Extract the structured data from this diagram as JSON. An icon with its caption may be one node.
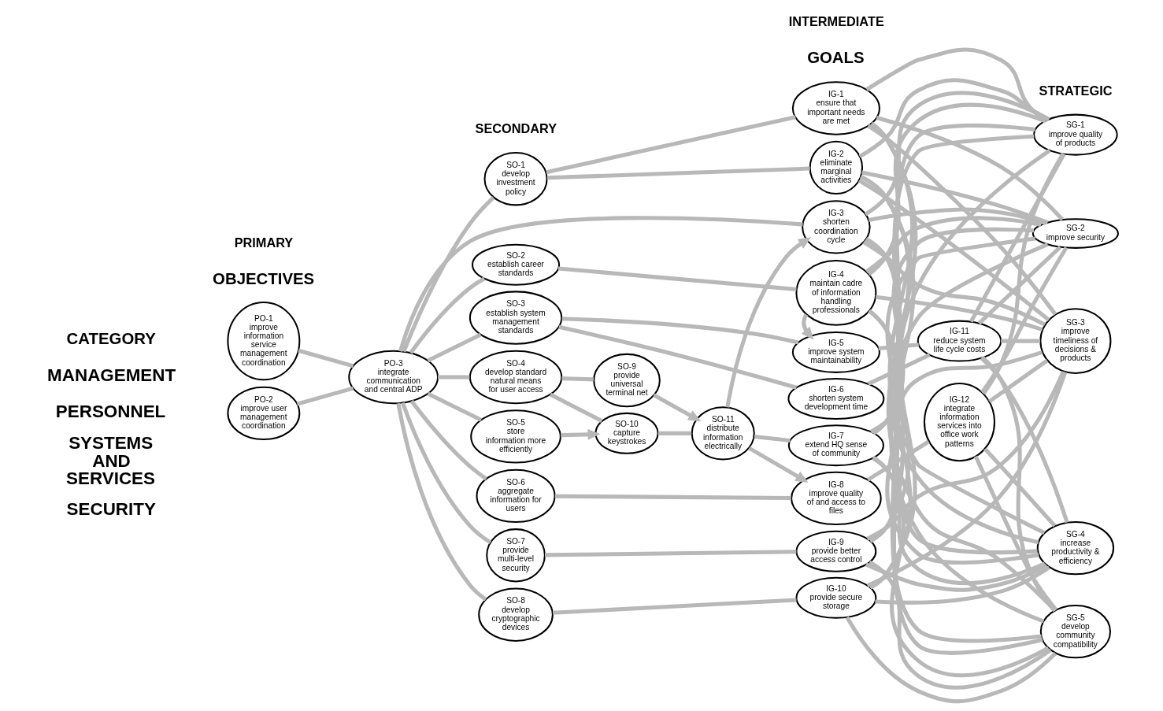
{
  "diagram": {
    "nodes": [
      {
        "text": [
          "PO-1",
          "improve information service management coordination"
        ]
      },
      {
        "text": [
          "PO-2",
          "improve user management coordination"
        ]
      },
      {
        "text": [
          "PO-3",
          "integrate communication and central ADP"
        ]
      },
      {
        "text": [
          "SO-1",
          "develop investment policy"
        ]
      },
      {
        "text": [
          "SO-2",
          "establish career standards"
        ]
      },
      {
        "text": [
          "SO-3",
          "establish system management standards"
        ]
      },
      {
        "text": [
          "SO-4",
          "develop standard natural means for user access"
        ]
      },
      {
        "text": [
          "SO-5",
          "store information more efficiently"
        ]
      },
      {
        "text": [
          "SO-6",
          "aggregate information for users"
        ]
      },
      {
        "text": [
          "SO-7",
          "provide multi-level security"
        ]
      },
      {
        "text": [
          "SO-8",
          "develop cryptographic devices"
        ]
      },
      {
        "text": [
          "SO-9",
          "provide universal terminal net"
        ]
      },
      {
        "text": [
          "SO-10",
          "capture keystrokes"
        ]
      },
      {
        "text": [
          "SO-11",
          "distribute information electrically"
        ]
      },
      {
        "text": [
          "IG-1",
          "ensure that important needs are met"
        ]
      },
      {
        "text": [
          "IG-2",
          "eliminate marginal activities"
        ]
      },
      {
        "text": [
          "IG-3",
          "shorten coordination cycle"
        ]
      },
      {
        "text": [
          "IG-4",
          "maintain cadre of information handling professionals"
        ]
      },
      {
        "text": [
          "IG-5",
          "improve system maintainability"
        ]
      },
      {
        "text": [
          "IG-6",
          "shorten system development time"
        ]
      },
      {
        "text": [
          "IG-7",
          "extend HQ sense of community"
        ]
      },
      {
        "text": [
          "IG-8",
          "improve quality of and access to files"
        ]
      },
      {
        "text": [
          "IG-9",
          "provide better access control"
        ]
      },
      {
        "text": [
          "IG-10",
          "provide secure storage"
        ]
      },
      {
        "text": [
          "IG-11",
          "reduce system life cycle costs"
        ]
      },
      {
        "text": [
          "IG-12",
          "integrate information services into office work patterns"
        ]
      },
      {
        "text": [
          "SG-1",
          "improve quality of products"
        ]
      },
      {
        "text": [
          "SG-2",
          "improve security"
        ]
      },
      {
        "text": [
          "SG-3",
          "improve timeliness of decisions & products"
        ]
      },
      {
        "text": [
          "SG-4",
          "increase productivity & efficiency"
        ]
      },
      {
        "text": [
          "SG-5",
          "develop community compatibility"
        ]
      }
    ],
    "edges": [
      {
        "from": 0,
        "to": 2,
        "arrow": "none"
      },
      {
        "from": 1,
        "to": 2,
        "arrow": "none"
      },
      {
        "from": 2,
        "to": 3,
        "arrow": "none"
      },
      {
        "from": 2,
        "to": 4,
        "arrow": "none"
      },
      {
        "from": 2,
        "to": 5,
        "arrow": "none"
      },
      {
        "from": 2,
        "to": 6,
        "arrow": "none"
      },
      {
        "from": 2,
        "to": 7,
        "arrow": "none"
      },
      {
        "from": 2,
        "to": 8,
        "arrow": "none"
      },
      {
        "from": 2,
        "to": 9,
        "arrow": "none"
      },
      {
        "from": 2,
        "to": 10,
        "arrow": "none"
      },
      {
        "from": 2,
        "to": 16,
        "arrow": "none"
      },
      {
        "from": 3,
        "to": 14,
        "arrow": "none"
      },
      {
        "from": 3,
        "to": 15,
        "arrow": "none"
      },
      {
        "from": 13,
        "to": 16,
        "arrow": "to"
      },
      {
        "from": 13,
        "to": 21,
        "arrow": "to"
      },
      {
        "from": 4,
        "to": 17,
        "arrow": "none"
      },
      {
        "from": 17,
        "to": 18,
        "arrow": "to"
      },
      {
        "from": 5,
        "to": 18,
        "arrow": "none"
      },
      {
        "from": 5,
        "to": 19,
        "arrow": "none"
      },
      {
        "from": 18,
        "to": 24,
        "arrow": "none"
      },
      {
        "from": 19,
        "to": 24,
        "arrow": "none"
      },
      {
        "from": 6,
        "to": 11,
        "arrow": "none"
      },
      {
        "from": 6,
        "to": 12,
        "arrow": "none"
      },
      {
        "from": 11,
        "to": 13,
        "arrow": "to"
      },
      {
        "from": 12,
        "to": 13,
        "arrow": "none"
      },
      {
        "from": 7,
        "to": 12,
        "arrow": "to"
      },
      {
        "from": 13,
        "to": 20,
        "arrow": "none"
      },
      {
        "from": 8,
        "to": 21,
        "arrow": "none"
      },
      {
        "from": 21,
        "to": 25,
        "arrow": "none"
      },
      {
        "from": 9,
        "to": 22,
        "arrow": "none"
      },
      {
        "from": 10,
        "to": 23,
        "arrow": "none"
      },
      {
        "from": 14,
        "to": 26,
        "arrow": "none"
      },
      {
        "from": 14,
        "to": 27,
        "arrow": "none"
      },
      {
        "from": 14,
        "to": 28,
        "arrow": "none"
      },
      {
        "from": 14,
        "to": 29,
        "arrow": "none"
      },
      {
        "from": 14,
        "to": 30,
        "arrow": "none"
      },
      {
        "from": 15,
        "to": 26,
        "arrow": "none"
      },
      {
        "from": 15,
        "to": 27,
        "arrow": "none"
      },
      {
        "from": 15,
        "to": 28,
        "arrow": "none"
      },
      {
        "from": 15,
        "to": 29,
        "arrow": "none"
      },
      {
        "from": 15,
        "to": 30,
        "arrow": "none"
      },
      {
        "from": 16,
        "to": 26,
        "arrow": "none"
      },
      {
        "from": 16,
        "to": 27,
        "arrow": "none"
      },
      {
        "from": 16,
        "to": 28,
        "arrow": "none"
      },
      {
        "from": 16,
        "to": 29,
        "arrow": "none"
      },
      {
        "from": 16,
        "to": 30,
        "arrow": "none"
      },
      {
        "from": 17,
        "to": 26,
        "arrow": "none"
      },
      {
        "from": 17,
        "to": 27,
        "arrow": "none"
      },
      {
        "from": 17,
        "to": 28,
        "arrow": "none"
      },
      {
        "from": 17,
        "to": 29,
        "arrow": "none"
      },
      {
        "from": 17,
        "to": 30,
        "arrow": "none"
      },
      {
        "from": 24,
        "to": 26,
        "arrow": "none"
      },
      {
        "from": 24,
        "to": 27,
        "arrow": "none"
      },
      {
        "from": 24,
        "to": 28,
        "arrow": "none"
      },
      {
        "from": 24,
        "to": 29,
        "arrow": "none"
      },
      {
        "from": 24,
        "to": 30,
        "arrow": "none"
      },
      {
        "from": 20,
        "to": 26,
        "arrow": "none"
      },
      {
        "from": 20,
        "to": 27,
        "arrow": "none"
      },
      {
        "from": 20,
        "to": 28,
        "arrow": "none"
      },
      {
        "from": 20,
        "to": 29,
        "arrow": "none"
      },
      {
        "from": 20,
        "to": 30,
        "arrow": "none"
      },
      {
        "from": 25,
        "to": 26,
        "arrow": "none"
      },
      {
        "from": 25,
        "to": 27,
        "arrow": "none"
      },
      {
        "from": 25,
        "to": 28,
        "arrow": "none"
      },
      {
        "from": 25,
        "to": 29,
        "arrow": "none"
      },
      {
        "from": 25,
        "to": 30,
        "arrow": "none"
      },
      {
        "from": 22,
        "to": 26,
        "arrow": "none"
      },
      {
        "from": 22,
        "to": 27,
        "arrow": "none"
      },
      {
        "from": 22,
        "to": 28,
        "arrow": "none"
      },
      {
        "from": 22,
        "to": 29,
        "arrow": "none"
      },
      {
        "from": 22,
        "to": 30,
        "arrow": "none"
      },
      {
        "from": 23,
        "to": 26,
        "arrow": "none"
      },
      {
        "from": 23,
        "to": 27,
        "arrow": "none"
      },
      {
        "from": 23,
        "to": 28,
        "arrow": "none"
      },
      {
        "from": 23,
        "to": 29,
        "arrow": "none"
      },
      {
        "from": 23,
        "to": 30,
        "arrow": "none"
      }
    ],
    "labels": [
      "CATEGORY",
      "OBJECTIVES",
      "GOALS",
      "PRIMARY",
      "SECONDARY",
      "INTERMEDIATE",
      "STRATEGIC",
      "MANAGEMENT",
      "PERSONNEL",
      "SYSTEMS AND SERVICES",
      "SECURITY"
    ]
  }
}
